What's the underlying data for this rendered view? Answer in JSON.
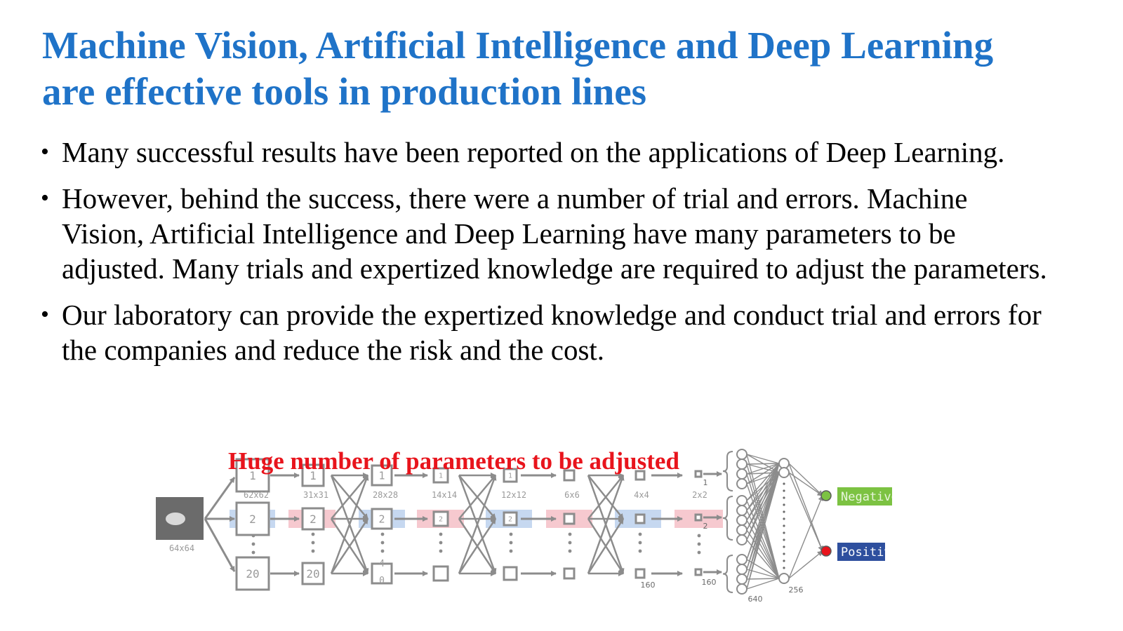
{
  "slide": {
    "title": "Machine Vision, Artificial Intelligence and Deep Learning are effective tools in production lines",
    "bullet_marker": "•",
    "bullets": [
      "Many successful results have been reported on the applications of Deep Learning.",
      "However, behind the success, there were a number of trial and errors. Machine Vision, Artificial Intelligence and Deep Learning have many parameters to be adjusted. Many trials and expertized knowledge are required to adjust the parameters.",
      "Our laboratory can provide the expertized knowledge and conduct trial and errors for the companies and reduce the risk and the cost."
    ],
    "caption": "Huge number of parameters to be adjusted"
  },
  "diagram": {
    "input_label": "64x64",
    "layer1": {
      "top": "1",
      "mid": "2",
      "bot": "20",
      "size": "62x62"
    },
    "layer2": {
      "top": "1",
      "mid": "2",
      "bot": "20",
      "size": "31x31"
    },
    "layer3": {
      "top": "1",
      "mid": "2",
      "bot": "40",
      "size": "28x28"
    },
    "layer4": {
      "top": "1",
      "mid": "2",
      "size": "14x14"
    },
    "layer5": {
      "top": "1",
      "mid": "2",
      "size": "12x12"
    },
    "layer6": {
      "size": "6x6"
    },
    "layer7": {
      "size": "4x4",
      "count": "160"
    },
    "layer8": {
      "top": "1",
      "mid": "2",
      "size": "2x2",
      "count": "160"
    },
    "fc1_count": "640",
    "fc2_count": "256",
    "outputs": [
      {
        "label": "Negative",
        "color": "#7cc242"
      },
      {
        "label": "Positive",
        "color": "#2e4f9e"
      }
    ],
    "colors": {
      "blue_band": "#c6d8f0",
      "pink_band": "#f6c9cf",
      "box": "#8c8c8c",
      "neg_node": "#7cc242",
      "pos_node": "#e8141c"
    }
  }
}
